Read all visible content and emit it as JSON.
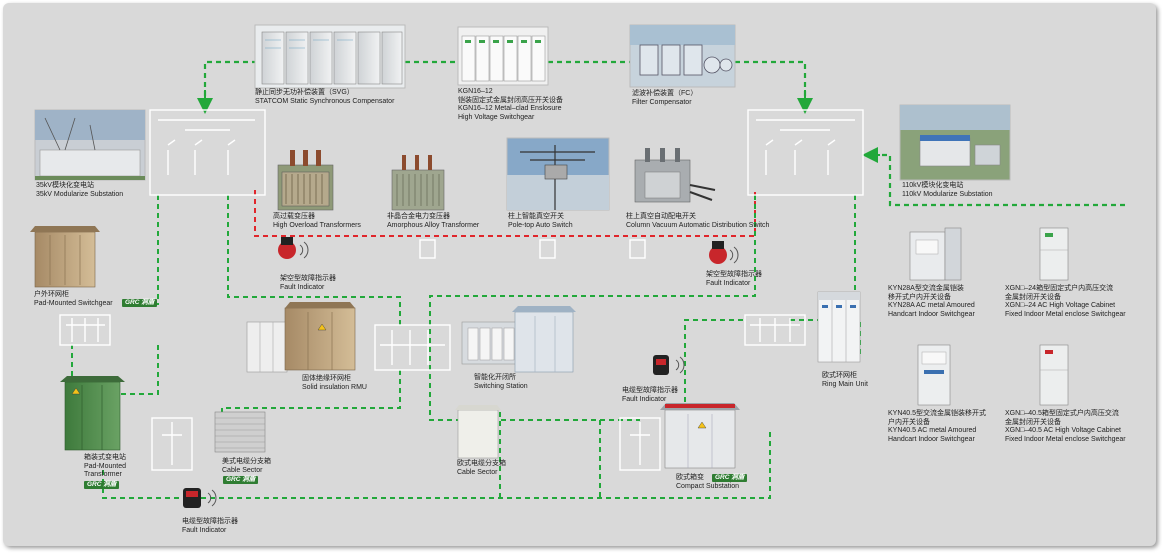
{
  "colors": {
    "green_line": "#22a83a",
    "red_line": "#e0262b",
    "panel_bg": "#d9d9d9",
    "box_border": "#ffffff"
  },
  "labels": {
    "svg": [
      "静止同步无功补偿装置（SVG）",
      "STATCOM Static Synchronous Compensator"
    ],
    "kgn": [
      "KGN16–12",
      "铠装固定式金属封闭高压开关设备",
      "KGN16–12 Metal–clad Enslosure",
      "High Voltage Switchgear"
    ],
    "fc": [
      "滤波补偿装置（FC）",
      "Filter Compensator"
    ],
    "sub35": [
      "35kV模块化变电站",
      "35kV Modularize Substation"
    ],
    "sub110": [
      "110kV模块化变电站",
      "110kV Modularize Substation"
    ],
    "high_overload": [
      "高过载变压器",
      "High Overload Transformers"
    ],
    "amorphous": [
      "非晶合金电力变压器",
      "Amorphous Alloy Transformer"
    ],
    "pole_top": [
      "柱上智能真空开关",
      "Pole-top Auto Switch"
    ],
    "column_vacuum": [
      "柱上真空自动配电开关",
      "Column Vacuum Automatic Distribution Switch"
    ],
    "fault_overhead_left": [
      "架空型故障指示器",
      "Fault Indicator"
    ],
    "fault_overhead_right": [
      "架空型故障指示器",
      "Fault Indicator"
    ],
    "pad_switchgear": [
      "户外环网柜",
      "Pad-Mounted Switchgear"
    ],
    "solid_rmu": [
      "固体绝缘环网柜",
      "Solid insulation RMU"
    ],
    "switching_station": [
      "智能化开闭所",
      "Switching Station"
    ],
    "ring_main": [
      "欧式环网柜",
      "Ring Main Unit"
    ],
    "fault_cable_mid": [
      "电缆型故障指示器",
      "Fault Indicator"
    ],
    "pad_transformer": [
      "箱装式变电站",
      "Pad-Mounted",
      "Transformer"
    ],
    "cable_sector_us": [
      "美式电缆分支箱",
      "Cable Sector"
    ],
    "cable_sector_eu": [
      "欧式电缆分支箱",
      "Cable Sector"
    ],
    "compact_sub": [
      "欧式箱变",
      "Compact Substation"
    ],
    "fault_cable_bottom": [
      "电缆型故障指示器",
      "Fault Indicator"
    ],
    "kyn28": [
      "KYN28A型交流金属铠装",
      "移开式户内开关设备",
      "KYN28A AC metal Amoured",
      "Handcart Indoor Switchgear"
    ],
    "xgn24": [
      "XGN□–24箱型固定式户内高压交流",
      "金属封闭开关设备",
      "XGN□–24 AC High Voltage Cabinet",
      "Fixed Indoor Metal enclose Switchgear"
    ],
    "kyn40": [
      "KYN40.5型交流金属铠装移开式",
      "户内开关设备",
      "KYN40.5 AC metal Amoured",
      "Handcart Indoor Switchgear"
    ],
    "xgn40": [
      "XGN□–40.5箱型固定式户内高压交流",
      "金属封闭开关设备",
      "XGN□–40.5 AC High Voltage Cabinet",
      "Fixed Indoor Metal enclose Switchgear"
    ]
  },
  "badges": {
    "grc_text": "GRC 洞盾"
  }
}
